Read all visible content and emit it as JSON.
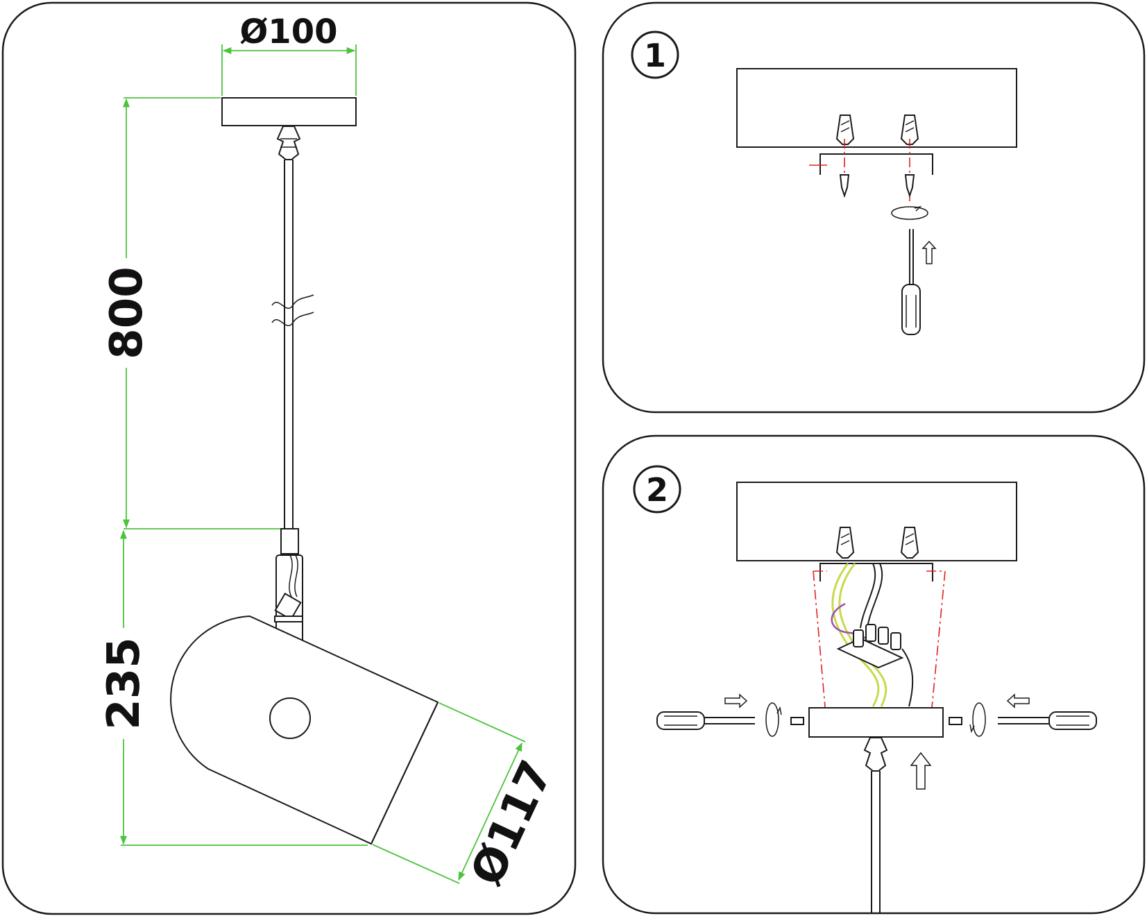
{
  "colors": {
    "outline": "#1a1a1a",
    "dimension": "#4cc33b",
    "guide": "#e02020",
    "wire_yellow_green": "#c8d94a",
    "wire_purple": "#9b4fb0"
  },
  "dimensions": {
    "canopy_diameter": "Ø100",
    "cable_length": "800",
    "body_height": "235",
    "shade_diameter": "Ø117"
  },
  "steps": [
    {
      "number": "1"
    },
    {
      "number": "2"
    }
  ]
}
